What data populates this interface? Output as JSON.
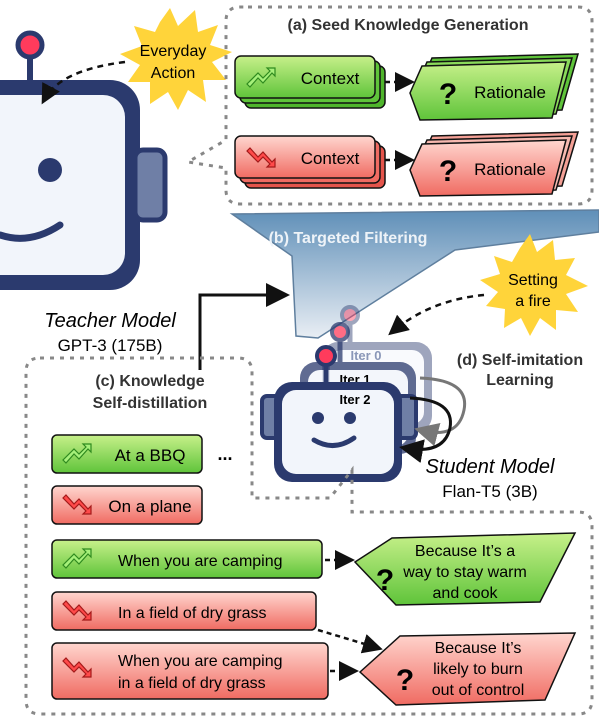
{
  "teacher": {
    "title": "Teacher Model",
    "subtitle": "GPT-3 (175B)",
    "prompt_burst": [
      "Everyday",
      "Action"
    ]
  },
  "student": {
    "title": "Student Model",
    "subtitle": "Flan-T5 (3B)",
    "prompt_burst": [
      "Setting",
      "a fire"
    ],
    "iterations": [
      "Iter 0",
      "Iter 1",
      "Iter 2"
    ]
  },
  "sections": {
    "seed": "(a) Seed Knowledge Generation",
    "filtering": "(b) Targeted Filtering",
    "distill_line1": "(c) Knowledge",
    "distill_line2": "Self-distillation",
    "imitation_line1": "(d) Self-imitation",
    "imitation_line2": "Learning"
  },
  "seed_items": [
    {
      "context": "Context",
      "rationale": "Rationale",
      "polarity": "positive"
    },
    {
      "context": "Context",
      "rationale": "Rationale",
      "polarity": "negative"
    }
  ],
  "distill_items": [
    {
      "label": "At a BBQ",
      "polarity": "positive"
    },
    {
      "label": "On a plane",
      "polarity": "negative"
    }
  ],
  "ellipsis": "...",
  "examples": [
    {
      "context": [
        "When you are camping"
      ],
      "polarity": "positive"
    },
    {
      "context": [
        "In a field of dry grass"
      ],
      "polarity": "negative"
    },
    {
      "context": [
        "When you are camping",
        "in a field of dry grass"
      ],
      "polarity": "negative"
    }
  ],
  "rationales": [
    {
      "lines": [
        "Because It’s a",
        "way to stay warm",
        "and cook"
      ],
      "polarity": "positive"
    },
    {
      "lines": [
        "Because It’s",
        "likely to burn",
        "out of control"
      ],
      "polarity": "negative"
    }
  ],
  "question_mark": "?",
  "colors": {
    "positive": "#5fc43a",
    "positive_light": "#c7f08a",
    "negative": "#f06b62",
    "negative_light": "#ffd6cf",
    "funnel_top": "#5f8fb8",
    "funnel_bottom": "#e9eef4",
    "robot_body": "#2b3a6e",
    "robot_face": "#f2f5fb",
    "burst": "#ffd43a"
  }
}
